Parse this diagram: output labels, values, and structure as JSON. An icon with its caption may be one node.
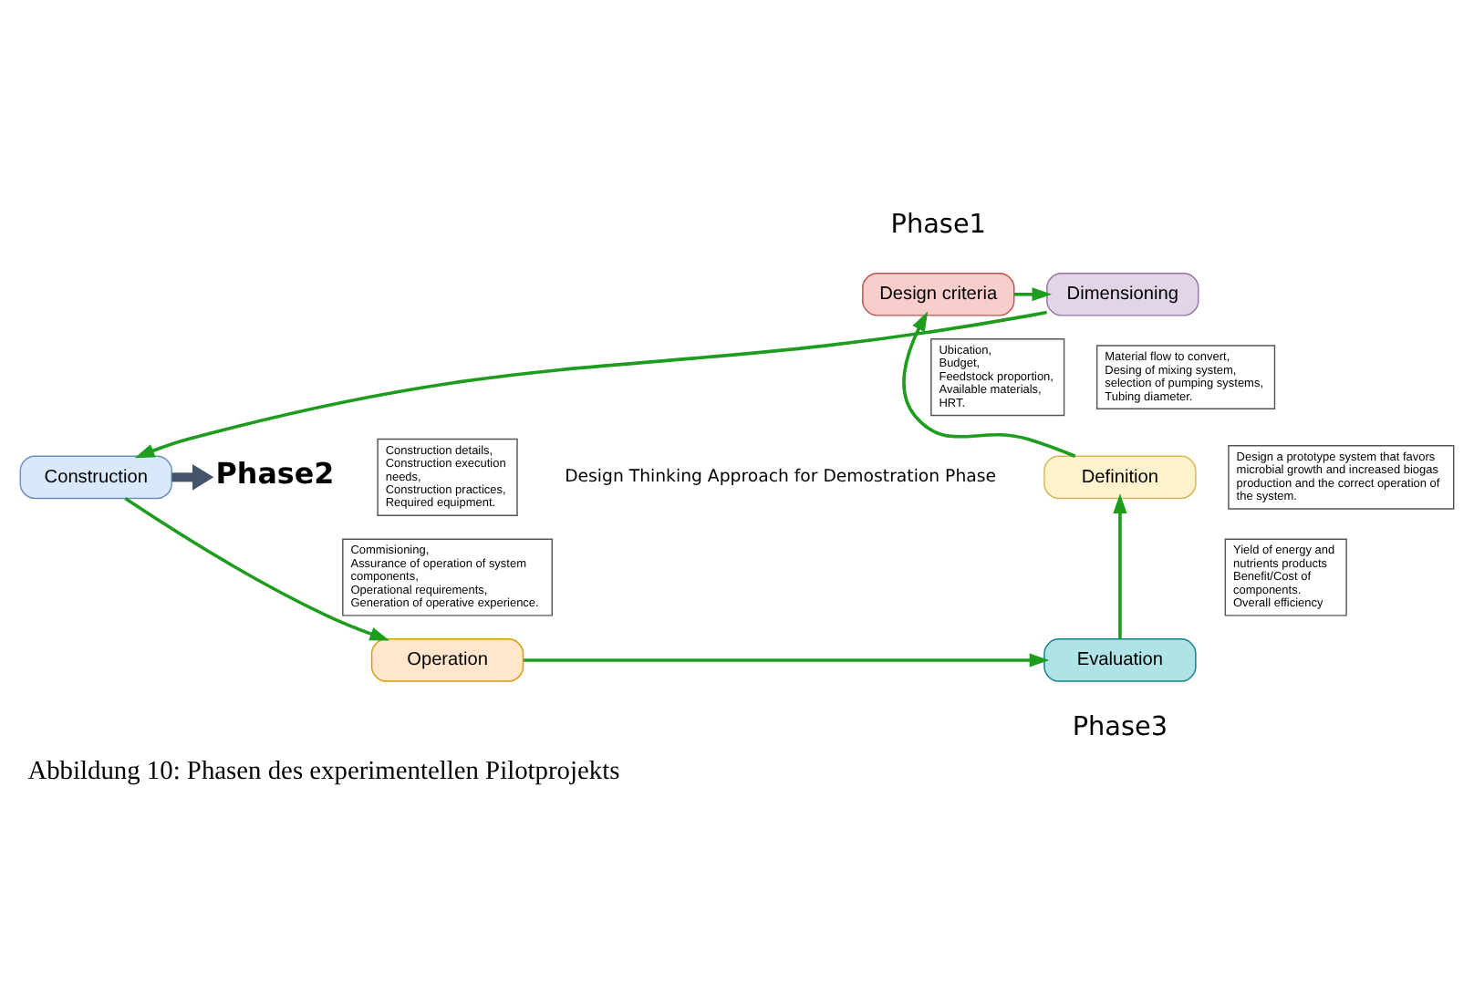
{
  "diagram": {
    "caption": "Abbildung 10: Phasen des experimentellen Pilotprojekts",
    "nodes": [
      {
        "text": [
          "Design criteria"
        ]
      },
      {
        "text": [
          "Dimensioning"
        ]
      },
      {
        "text": [
          "Construction"
        ]
      },
      {
        "text": [
          "Operation"
        ]
      },
      {
        "text": [
          "Evaluation"
        ]
      },
      {
        "text": [
          "Definition"
        ]
      },
      {
        "text": [
          "Phase2"
        ]
      },
      {
        "text": [
          "Ubication,",
          "Budget,",
          "Feedstock proportion,",
          "Available materials,",
          "HRT."
        ]
      },
      {
        "text": [
          "Material flow to convert,",
          "Desing of mixing system,",
          "selection of pumping systems,",
          "Tubing diameter."
        ]
      },
      {
        "text": [
          "Construction details,",
          "Construction execution needs,",
          "Construction practices,",
          "Required equipment."
        ]
      },
      {
        "text": [
          "Design a prototype system that favors microbial growth and increased biogas production and the correct operation of the system."
        ]
      },
      {
        "text": [
          "Yield of energy and nutrients products",
          "Benefit/Cost of components.",
          "Overall efficiency"
        ]
      },
      {
        "text": [
          "Commisioning,",
          "Assurance of operation of system components,",
          "Operational requirements,",
          "Generation of operative experience."
        ]
      }
    ],
    "edges": [
      {
        "from": 5,
        "to": 0,
        "arrow": "to"
      },
      {
        "from": 0,
        "to": 1,
        "arrow": "to"
      },
      {
        "from": 1,
        "to": 2,
        "arrow": "to"
      },
      {
        "from": 2,
        "to": 6,
        "arrow": "to",
        "style": "thick",
        "color": "#44546a"
      },
      {
        "from": 2,
        "to": 3,
        "arrow": "to"
      },
      {
        "from": 3,
        "to": 4,
        "arrow": "to"
      },
      {
        "from": 4,
        "to": 5,
        "arrow": "to"
      }
    ],
    "labels": [
      "Phase1",
      "Design Thinking Approach for Demostration Phase",
      "Phase3"
    ]
  }
}
